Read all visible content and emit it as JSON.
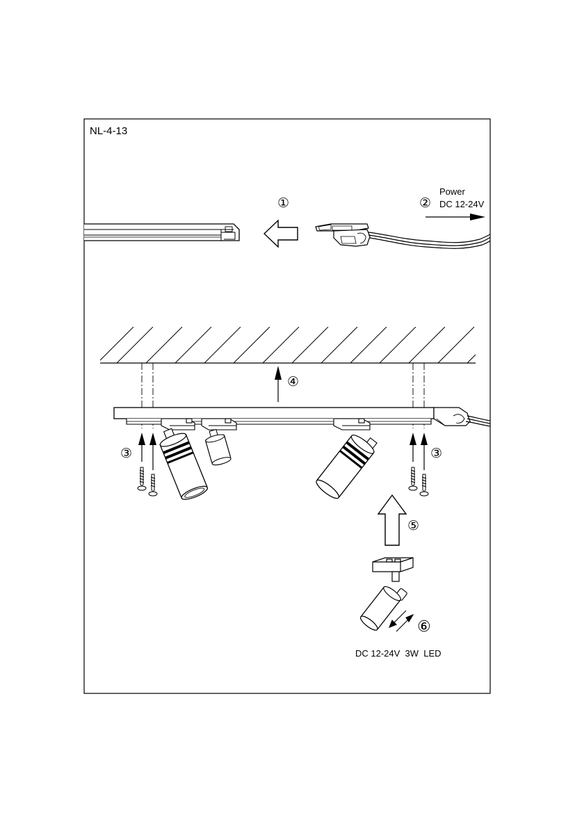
{
  "model": "NL-4-13",
  "steps": {
    "step1": "①",
    "step2": "②",
    "step3_left": "③",
    "step3_right": "③",
    "step4": "④",
    "step5": "⑤",
    "step6": "⑥"
  },
  "power": {
    "label": "Power",
    "voltage": "DC 12-24V"
  },
  "spec": "DC 12-24V  3W  LED"
}
